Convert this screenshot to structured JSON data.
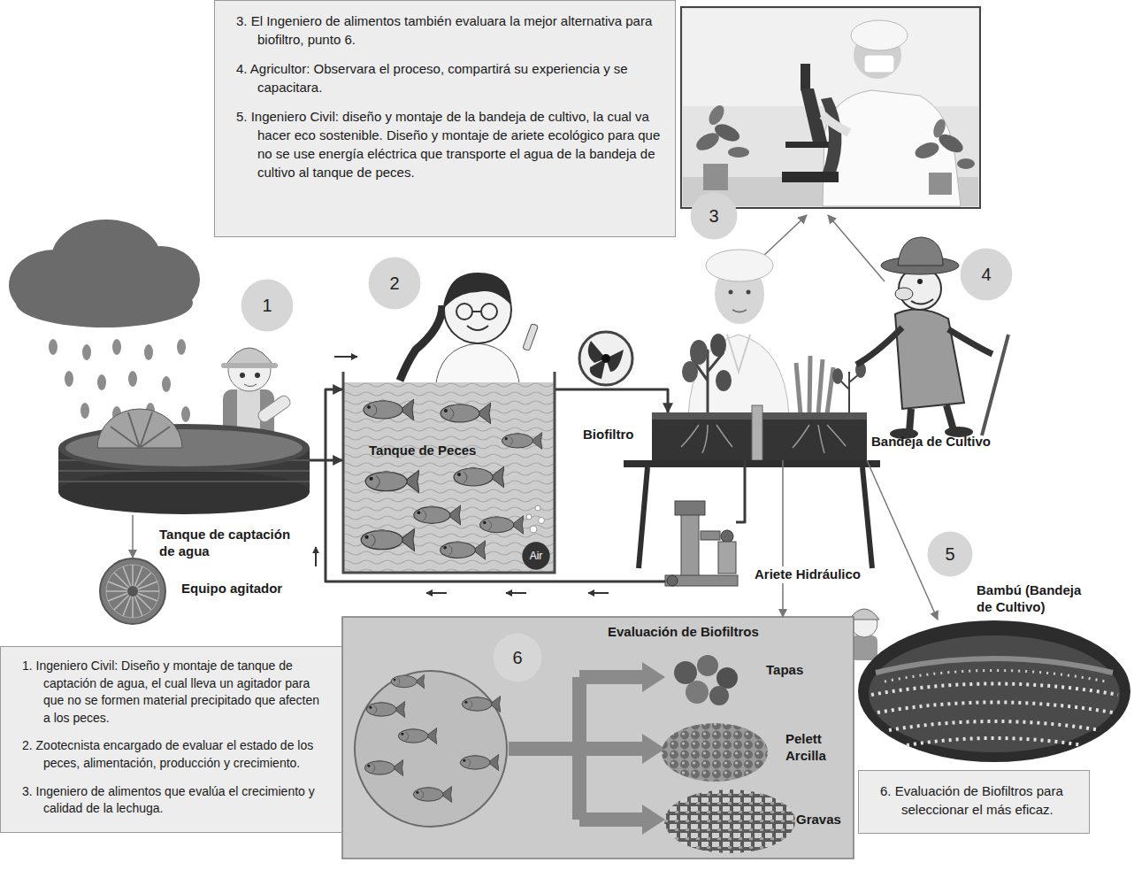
{
  "diagram": {
    "nodes": [
      {
        "text": [
          "3. El Ingeniero de alimentos también evaluara la mejor alternativa para biofiltro, punto 6.",
          "4. Agricultor: Observara el proceso, compartirá su experiencia y se capacitara.",
          "5. Ingeniero Civil: diseño y montaje de la bandeja de cultivo, la cual va hacer eco sostenible. Diseño y montaje de ariete ecológico para que no se use energía eléctrica que transporte el agua de la bandeja de cultivo al tanque de peces."
        ]
      },
      {
        "text": [
          "3"
        ]
      },
      {
        "text": [
          "1"
        ]
      },
      {
        "text": [
          "2"
        ]
      },
      {
        "text": [
          "4"
        ]
      },
      {
        "text": [
          "Tanque de captación de agua"
        ]
      },
      {
        "text": [
          "Equipo agitador"
        ]
      },
      {
        "text": [
          "Tanque de Peces"
        ]
      },
      {
        "text": [
          "Air"
        ],
        "in": 7
      },
      {
        "text": [
          "Biofiltro",
          "Bandeja de Cultivo"
        ]
      },
      {
        "text": [
          "Ariete Hidráulico"
        ]
      },
      {
        "text": [
          "5"
        ]
      },
      {
        "text": [
          "Bambú (Bandeja de Cultivo)"
        ]
      },
      {
        "text": [
          "Evaluación de Biofiltros"
        ]
      },
      {
        "text": [
          "6"
        ],
        "in": 13
      },
      {
        "text": [
          "1. Ingeniero Civil: Diseño y montaje de tanque de captación de agua, el cual lleva un agitador para que no se formen material precipitado que afecten a los peces.",
          "2. Zootecnista encargado de evaluar el estado de los peces, alimentación, producción y crecimiento.",
          "3. Ingeniero de alimentos que evalúa el crecimiento y calidad de la lechuga."
        ]
      },
      {
        "text": [
          "6. Evaluación de Biofiltros para seleccionar el más eficaz."
        ]
      }
    ],
    "edges": [
      {
        "from": 5,
        "to": 7,
        "arrow": "to"
      },
      {
        "from": 5,
        "to": 6,
        "arrow": "to"
      },
      {
        "from": 7,
        "to": 9,
        "arrow": "to"
      },
      {
        "from": 9,
        "to": 10,
        "arrow": "none"
      },
      {
        "from": 10,
        "to": 7,
        "arrow": "to"
      },
      {
        "from": 9,
        "to": 12,
        "arrow": "to"
      },
      {
        "from": 9,
        "to": 13,
        "arrow": "to"
      }
    ],
    "labels": [
      "Tapas",
      "Pelett Arcilla",
      "Gravas"
    ]
  }
}
